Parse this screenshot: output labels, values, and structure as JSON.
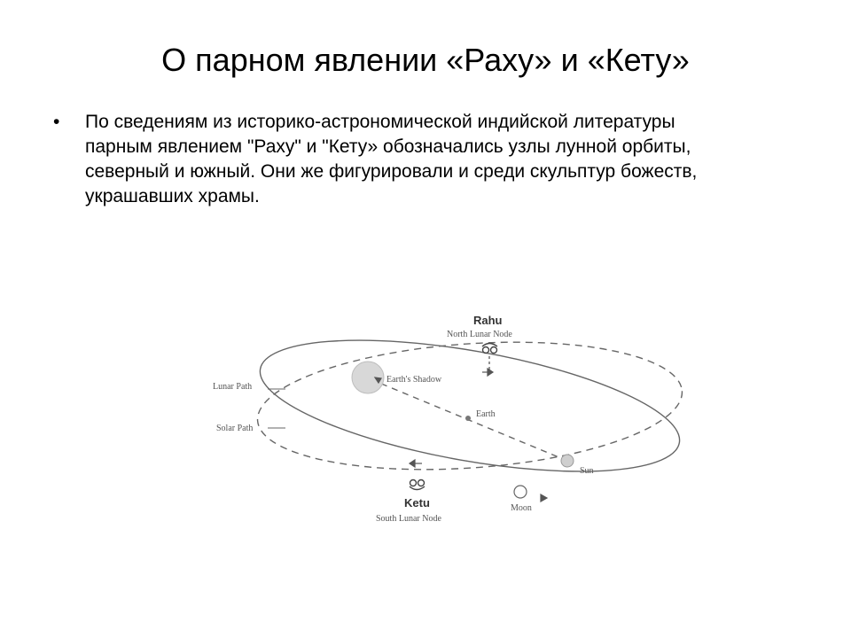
{
  "slide": {
    "title": "О парном явлении «Раху» и «Кету»",
    "bullets": [
      {
        "marker": "•",
        "lines": [
          "По сведениям из историко-астрономической индийской литературы",
          "парным явлением \"Раху\" и \"Кету» обозначались узлы лунной орбиты,",
          "северный и южный. Они же фигурировали и среди скульптур божеств,",
          "украшавших храмы."
        ]
      }
    ]
  },
  "diagram": {
    "rahu_name": "Rahu",
    "rahu_subtitle": "North Lunar Node",
    "ketu_name": "Ketu",
    "ketu_subtitle": "South Lunar Node",
    "lunar_path_label": "Lunar Path",
    "solar_path_label": "Solar Path",
    "earth_shadow_label": "Earth's Shadow",
    "earth_label": "Earth",
    "sun_label": "Sun",
    "moon_label": "Moon",
    "colors": {
      "line": "#666666",
      "shadow": "#d8d8d8",
      "sun": "#cfcfcf",
      "text": "#555555"
    }
  }
}
